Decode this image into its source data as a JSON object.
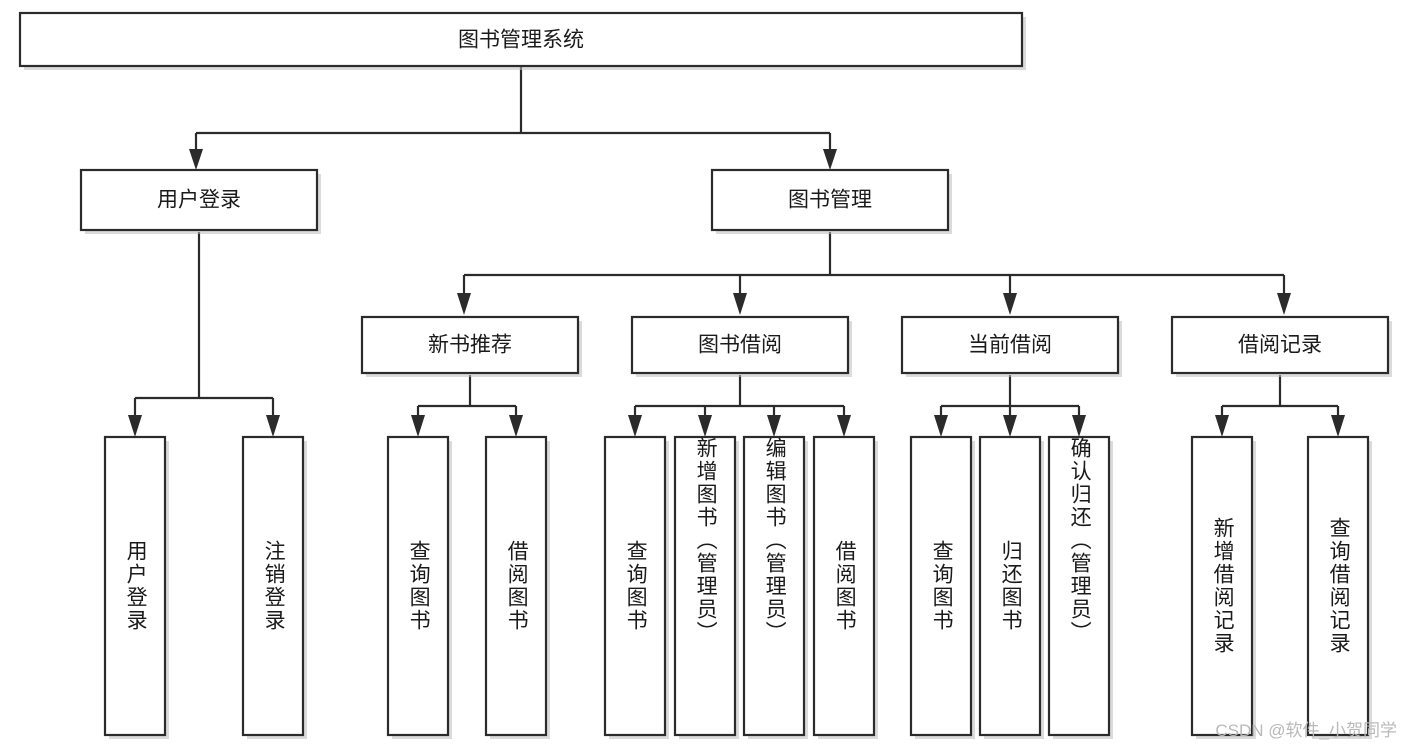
{
  "diagram": {
    "type": "tree-hierarchy",
    "title": "图书管理系统",
    "watermark": "CSDN @软件_小贺同学",
    "colors": {
      "background": "#ffffff",
      "stroke": "#2b2b2b",
      "text": "#1a1a1a",
      "shadow": "#bdbdbd",
      "watermark": "#b9b9b9"
    },
    "levels": {
      "root": {
        "label": "图书管理系统"
      },
      "level2": [
        {
          "label": "用户登录"
        },
        {
          "label": "图书管理"
        }
      ],
      "level3": [
        {
          "label": "新书推荐"
        },
        {
          "label": "图书借阅"
        },
        {
          "label": "当前借阅"
        },
        {
          "label": "借阅记录"
        }
      ],
      "leaves": [
        {
          "label": "用户登录",
          "parent": "用户登录"
        },
        {
          "label": "注销登录",
          "parent": "用户登录"
        },
        {
          "label": "查询图书",
          "parent": "新书推荐"
        },
        {
          "label": "借阅图书",
          "parent": "新书推荐"
        },
        {
          "label": "查询图书",
          "parent": "图书借阅"
        },
        {
          "label": "新增图书（管理员）",
          "parent": "图书借阅"
        },
        {
          "label": "编辑图书（管理员）",
          "parent": "图书借阅"
        },
        {
          "label": "借阅图书",
          "parent": "图书借阅"
        },
        {
          "label": "查询图书",
          "parent": "当前借阅"
        },
        {
          "label": "归还图书",
          "parent": "当前借阅"
        },
        {
          "label": "确认归还（管理员）",
          "parent": "当前借阅"
        },
        {
          "label": "新增借阅记录",
          "parent": "借阅记录"
        },
        {
          "label": "查询借阅记录",
          "parent": "借阅记录"
        }
      ]
    }
  }
}
